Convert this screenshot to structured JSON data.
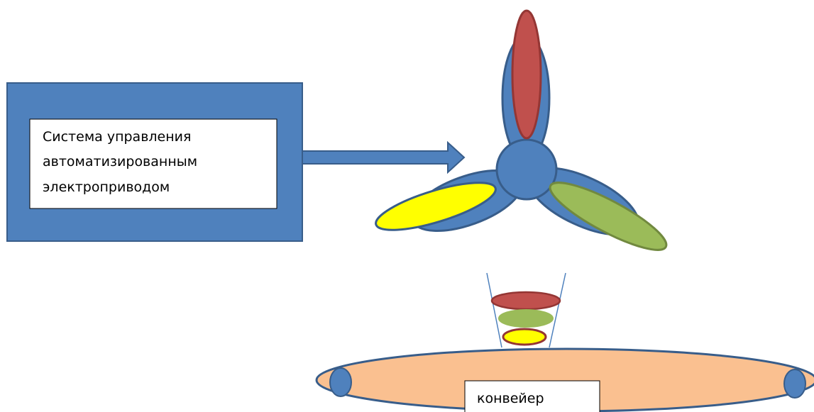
{
  "control_system": {
    "label_lines": [
      "Система управления",
      "автоматизированным",
      "электроприводом"
    ]
  },
  "conveyor": {
    "label": "конвейер"
  },
  "colors": {
    "block_blue": "#4F81BD",
    "block_border": "#385D8A",
    "petal_red": "#C0504D",
    "petal_red_border": "#943634",
    "petal_yellow": "#FFFF00",
    "petal_green": "#9BBB59",
    "petal_green_border": "#71893F",
    "conveyor_fill": "#FAC090",
    "funnel_line": "#4F81BD"
  }
}
